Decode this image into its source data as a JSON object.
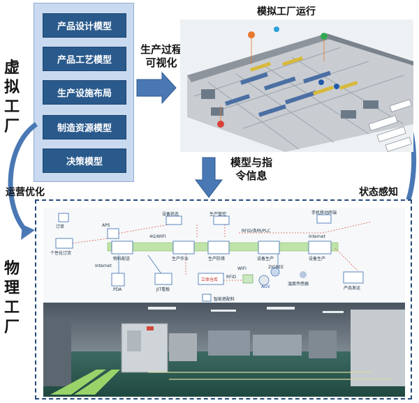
{
  "virtual_factory": {
    "label": "虚拟工厂",
    "chars": [
      "虚",
      "拟",
      "工",
      "厂"
    ],
    "models": [
      "产品设计模型",
      "产品工艺模型",
      "生产设施布局",
      "制造资源模型",
      "决策模型"
    ]
  },
  "arrows": {
    "process_visual": [
      "生产过程",
      "可视化"
    ],
    "model_instruction": [
      "模型与指",
      "令信息"
    ],
    "ops_optimize": "运营优化",
    "state_sense": "状态感知"
  },
  "simulation": {
    "title": "模拟工厂运行"
  },
  "physical_factory": {
    "label": "物理工厂",
    "chars": [
      "物",
      "理",
      "工",
      "厂"
    ]
  },
  "network": {
    "order": "订单",
    "custom_order": "个性化订货",
    "aps": "APS",
    "material_delivery": "物料配送",
    "internet_left": "Internet",
    "pda": "PDA",
    "jit": "JIT看板",
    "device_status": "设备状态",
    "wifi_4g": "4G/WIFI",
    "production_mgmt": "生产管控",
    "rfid_barcode_plc": "RFID/条码/PLC",
    "internet_right": "Internet",
    "mobile_terminal": "手机移动终端",
    "line_stage1": "生产作业",
    "line_stage2": "生产防错",
    "line_stage3": "设备生产",
    "line_stage4": "设备生产",
    "zigbee": "ZIGBEE",
    "temp_sensor": "温度传感器",
    "product_shipping": "产品发运",
    "wifi": "WIFI",
    "rfid": "RFID",
    "stereo_warehouse": "立体仓库",
    "agv": "AGV",
    "smart_dispatch": "智能搭配料"
  }
}
